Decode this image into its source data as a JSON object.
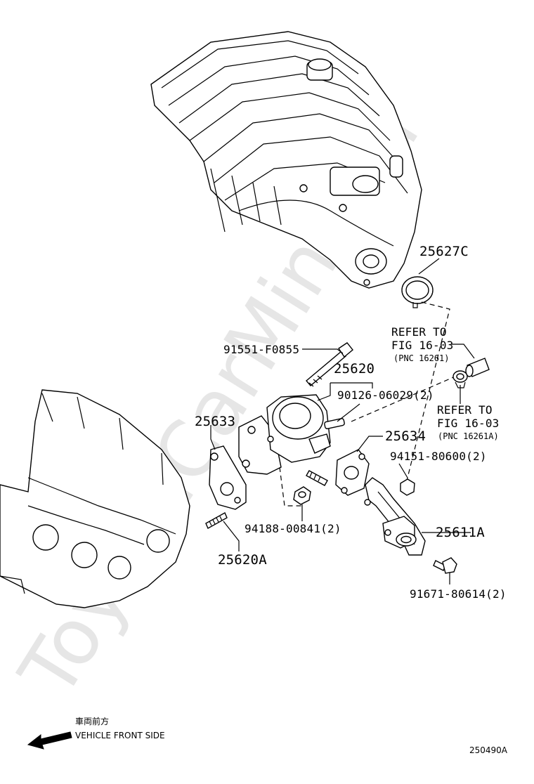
{
  "diagram": {
    "watermark": "ToyotaCarMine.ru",
    "figure_id": "250490A",
    "direction_label_jp": "車両前方",
    "direction_label_en": "VEHICLE FRONT SIDE",
    "references": [
      {
        "line1": "REFER TO",
        "line2": "FIG 16-03",
        "note": "(PNC 16261)"
      },
      {
        "line1": "REFER TO",
        "line2": "FIG 16-03",
        "note": "(PNC 16261A)"
      }
    ],
    "parts": {
      "p25627C": "25627C",
      "p91551": "91551-F0855",
      "p25620": "25620",
      "p90126": "90126-06029(2)",
      "p25633": "25633",
      "p25634": "25634",
      "p94151": "94151-80600(2)",
      "p94188": "94188-00841(2)",
      "p25611A": "25611A",
      "p25620A": "25620A",
      "p91671": "91671-80614(2)"
    }
  }
}
